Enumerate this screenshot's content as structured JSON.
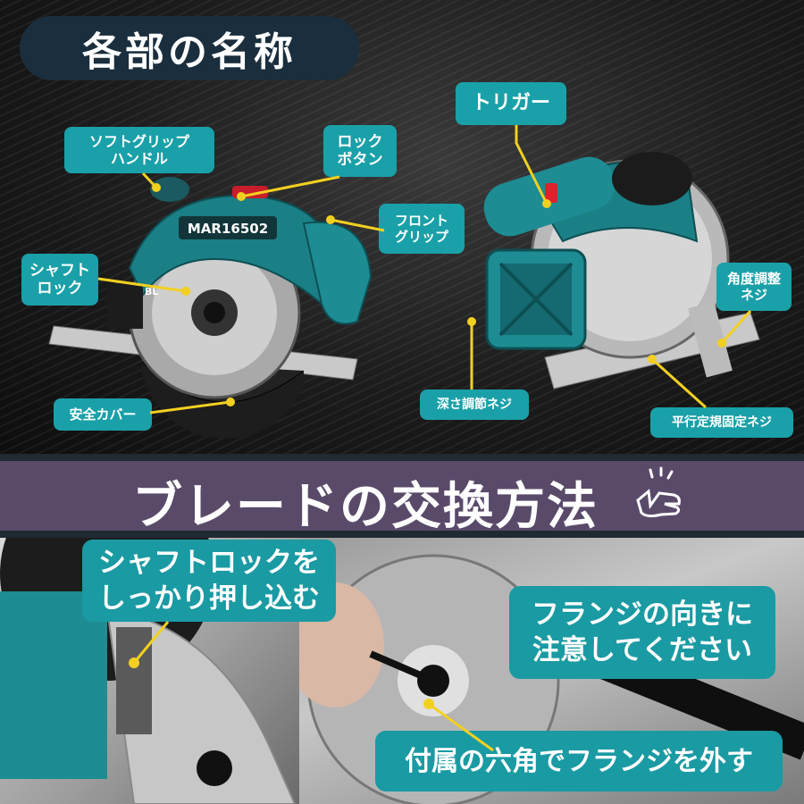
{
  "header": {
    "title": "各部の名称"
  },
  "saw_left": {
    "model": "MAR16502",
    "badge": "BL"
  },
  "labels": {
    "soft_grip": "ソフトグリップ\nハンドル",
    "lock_button": "ロック\nボタン",
    "trigger": "トリガー",
    "front_grip": "フロント\nグリップ",
    "shaft_lock": "シャフト\nロック",
    "angle_screw": "角度調整\nネジ",
    "depth_screw": "深さ調節ネジ",
    "safety_cover": "安全カバー",
    "parallel_screw": "平行定規固定ネジ"
  },
  "section2": {
    "title": "ブレードの交換方法"
  },
  "steps": {
    "shaft_lock_push": "シャフトロックを\nしっかり押し込む",
    "flange_note": "フランジの向きに\n注意してください",
    "flange_remove": "付属の六角でフランジを外す"
  },
  "colors": {
    "label_teal": "#1aa0a8",
    "title_pill": "#1a2e3d",
    "band": "#5a4a6a",
    "callout_line": "#f2d021"
  }
}
